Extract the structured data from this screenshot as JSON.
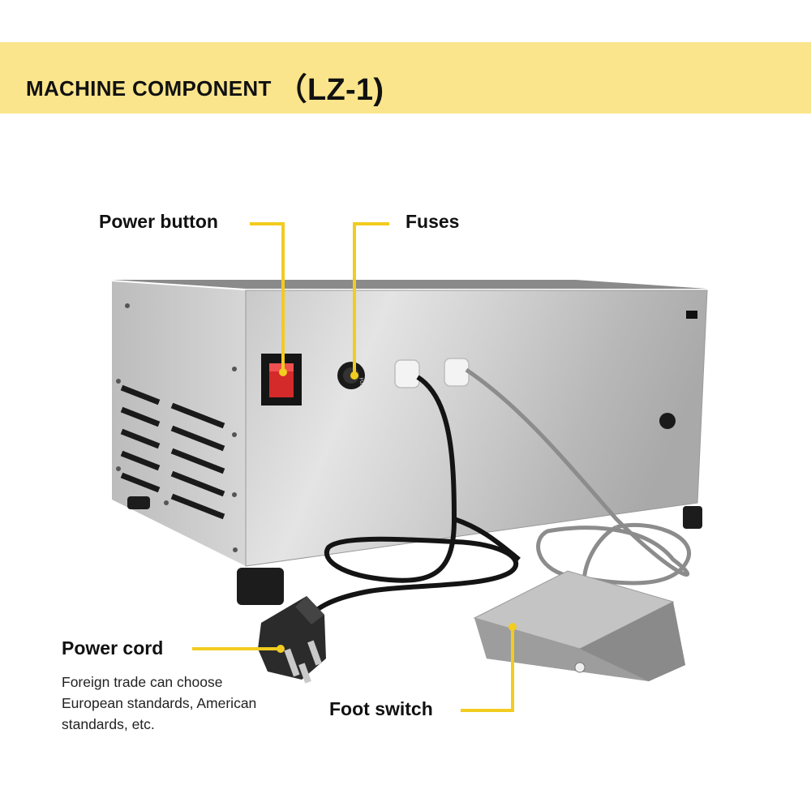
{
  "banner": {
    "title": "MACHINE COMPONENT",
    "model": "（LZ-1)",
    "background_color": "#fae58c"
  },
  "callouts": {
    "power_button": "Power button",
    "fuses": "Fuses",
    "power_cord": "Power cord",
    "foot_switch": "Foot switch",
    "callout_line_color": "#f2cc1f"
  },
  "power_cord_note": {
    "lines": [
      "Foreign trade can choose",
      "European standards, American",
      "standards, etc."
    ]
  },
  "machine": {
    "fuse_label": "FUSE"
  }
}
